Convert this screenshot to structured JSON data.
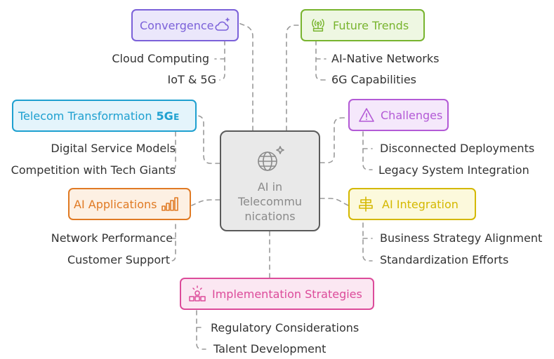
{
  "center": {
    "title": "AI in\nTelecommu\nnications",
    "icon": "globe-sparkle-icon"
  },
  "branches": {
    "convergence": {
      "label": "Convergence",
      "icon": "cloud-sparkle-icon",
      "color": "#7b61d9",
      "fill": "#ebe7fb",
      "items": [
        "Cloud Computing",
        "IoT & 5G"
      ]
    },
    "future_trends": {
      "label": "Future Trends",
      "icon": "antenna-icon",
      "color": "#78b42e",
      "fill": "#eef7e2",
      "items": [
        "AI-Native Networks",
        "6G Capabilities"
      ]
    },
    "telecom_transformation": {
      "label": "Telecom Transformation",
      "badge": "5Gᴇ",
      "icon": "5g-icon",
      "color": "#1ea0d0",
      "fill": "#e4f4fb",
      "items": [
        "Digital Service Models",
        "Competition with Tech Giants"
      ]
    },
    "challenges": {
      "label": "Challenges",
      "icon": "warning-triangle-icon",
      "color": "#b35ad6",
      "fill": "#f5e8fb",
      "items": [
        "Disconnected Deployments",
        "Legacy System Integration"
      ]
    },
    "ai_applications": {
      "label": "AI Applications",
      "icon": "bar-chart-icon",
      "color": "#e07a24",
      "fill": "#fdf0e3",
      "items": [
        "Network Performance",
        "Customer Support"
      ]
    },
    "ai_integration": {
      "label": "AI Integration",
      "icon": "align-icon",
      "color": "#d4b800",
      "fill": "#fcf9dc",
      "items": [
        "Business Strategy Alignment",
        "Standardization Efforts"
      ]
    },
    "implementation": {
      "label": "Implementation Strategies",
      "icon": "lightbulb-blocks-icon",
      "color": "#dc4b9a",
      "fill": "#fbe7f2",
      "items": [
        "Regulatory Considerations",
        "Talent Development"
      ]
    }
  }
}
